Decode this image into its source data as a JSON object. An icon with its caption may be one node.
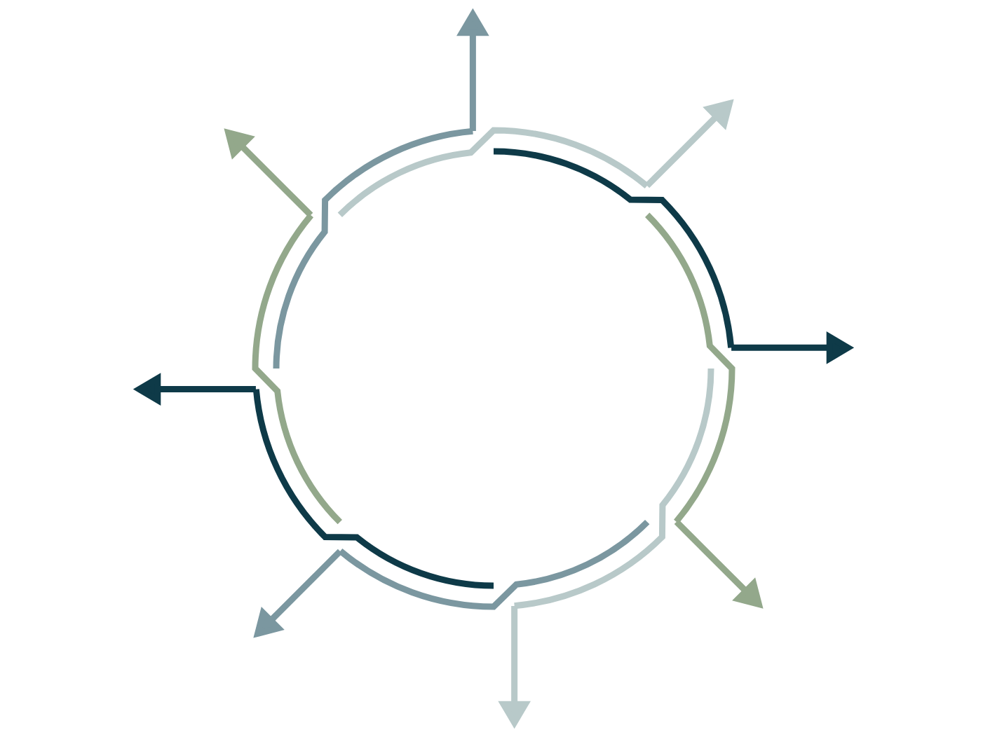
{
  "diagram": {
    "nodes": [
      {
        "text": [],
        "shape": "arc"
      },
      {
        "text": [],
        "shape": "arc"
      },
      {
        "text": [],
        "shape": "arc"
      },
      {
        "text": [],
        "shape": "arc"
      },
      {
        "text": [],
        "shape": "arc"
      },
      {
        "text": [],
        "shape": "arc"
      },
      {
        "text": [],
        "shape": "arc"
      },
      {
        "text": [],
        "shape": "arc"
      }
    ],
    "edges": [
      {
        "from": 0,
        "to": null,
        "arrow": "to",
        "color": "#7b97a0"
      },
      {
        "from": 1,
        "to": null,
        "arrow": "to",
        "color": "#b8c9c9"
      },
      {
        "from": 2,
        "to": null,
        "arrow": "to",
        "color": "#0e3a48"
      },
      {
        "from": 3,
        "to": null,
        "arrow": "to",
        "color": "#93a88b"
      },
      {
        "from": 4,
        "to": null,
        "arrow": "to",
        "color": "#b8c9c9"
      },
      {
        "from": 5,
        "to": null,
        "arrow": "to",
        "color": "#7b97a0"
      },
      {
        "from": 6,
        "to": null,
        "arrow": "to",
        "color": "#0e3a48"
      },
      {
        "from": 7,
        "to": null,
        "arrow": "to",
        "color": "#93a88b"
      }
    ]
  }
}
